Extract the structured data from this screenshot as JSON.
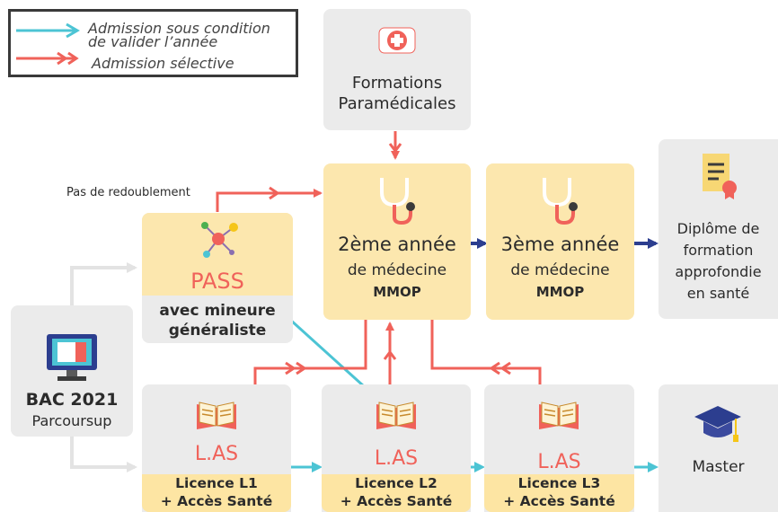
{
  "legend": {
    "line1": "Admission sous condition",
    "line2": "de valider l’année",
    "line3": "Admission sélective",
    "colors": {
      "condition": "#4cc4d4",
      "selective": "#f0625a"
    }
  },
  "paramedical": {
    "line1": "Formations",
    "line2": "Paramédicales",
    "icon": "first-aid-icon"
  },
  "pas_redoublement": "Pas de redoublement",
  "pass": {
    "title": "PASS",
    "line1": "avec mineure",
    "line2": "généraliste",
    "icon": "molecule-icon"
  },
  "bac": {
    "title": "BAC 2021",
    "subtitle": "Parcoursup",
    "icon": "computer-icon"
  },
  "year2": {
    "line1": "2ème année",
    "line2": "de médecine",
    "line3": "MMOP",
    "icon": "stethoscope-icon"
  },
  "year3": {
    "line1": "3ème année",
    "line2": "de médecine",
    "line3": "MMOP",
    "icon": "stethoscope-icon"
  },
  "diploma": {
    "line1": "Diplôme de",
    "line2": "formation",
    "line3": "approfondie",
    "line4": "en santé",
    "icon": "diploma-icon"
  },
  "las1": {
    "title": "L.AS",
    "line1": "Licence L1",
    "line2": "+ Accès Santé",
    "icon": "book-icon"
  },
  "las2": {
    "title": "L.AS",
    "line1": "Licence L2",
    "line2": "+ Accès Santé",
    "icon": "book-icon"
  },
  "las3": {
    "title": "L.AS",
    "line1": "Licence L3",
    "line2": "+ Accès Santé",
    "icon": "book-icon"
  },
  "master": {
    "title": "Master",
    "icon": "graduation-cap-icon"
  }
}
